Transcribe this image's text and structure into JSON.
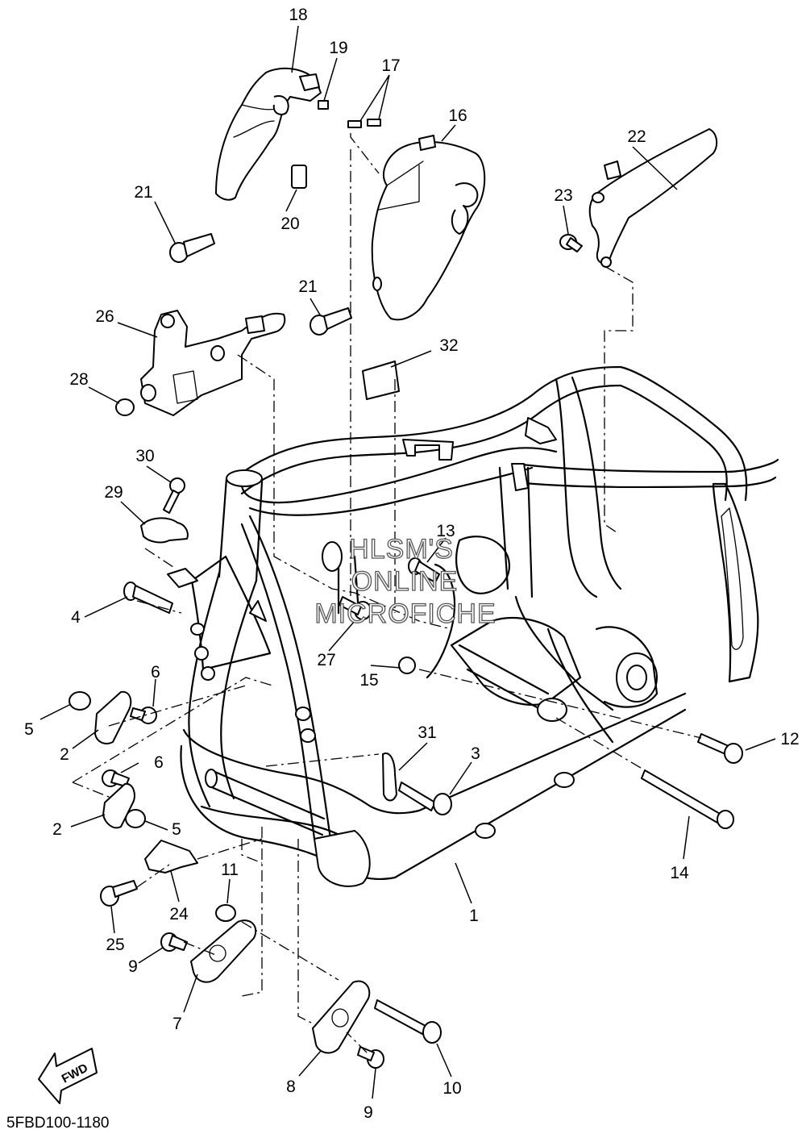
{
  "diagram": {
    "code": "5FBD100-1180",
    "fwd_label": "FWD",
    "watermark": [
      "HLSM'S",
      "ONLINE",
      "MICROFICHE"
    ],
    "callouts": [
      {
        "id": "c18",
        "label": "18"
      },
      {
        "id": "c19",
        "label": "19"
      },
      {
        "id": "c17",
        "label": "17"
      },
      {
        "id": "c16",
        "label": "16"
      },
      {
        "id": "c22",
        "label": "22"
      },
      {
        "id": "c23",
        "label": "23"
      },
      {
        "id": "c21a",
        "label": "21"
      },
      {
        "id": "c20",
        "label": "20"
      },
      {
        "id": "c21b",
        "label": "21"
      },
      {
        "id": "c26",
        "label": "26"
      },
      {
        "id": "c32",
        "label": "32"
      },
      {
        "id": "c28",
        "label": "28"
      },
      {
        "id": "c30",
        "label": "30"
      },
      {
        "id": "c29",
        "label": "29"
      },
      {
        "id": "c13",
        "label": "13"
      },
      {
        "id": "c4",
        "label": "4"
      },
      {
        "id": "c27",
        "label": "27"
      },
      {
        "id": "c15",
        "label": "15"
      },
      {
        "id": "c6a",
        "label": "6"
      },
      {
        "id": "c5a",
        "label": "5"
      },
      {
        "id": "c2a",
        "label": "2"
      },
      {
        "id": "c31",
        "label": "31"
      },
      {
        "id": "c3",
        "label": "3"
      },
      {
        "id": "c12",
        "label": "12"
      },
      {
        "id": "c6b",
        "label": "6"
      },
      {
        "id": "c5b",
        "label": "5"
      },
      {
        "id": "c2b",
        "label": "2"
      },
      {
        "id": "c14",
        "label": "14"
      },
      {
        "id": "c11",
        "label": "11"
      },
      {
        "id": "c24",
        "label": "24"
      },
      {
        "id": "c1",
        "label": "1"
      },
      {
        "id": "c25",
        "label": "25"
      },
      {
        "id": "c9a",
        "label": "9"
      },
      {
        "id": "c7",
        "label": "7"
      },
      {
        "id": "c8",
        "label": "8"
      },
      {
        "id": "c10",
        "label": "10"
      },
      {
        "id": "c9b",
        "label": "9"
      }
    ]
  }
}
